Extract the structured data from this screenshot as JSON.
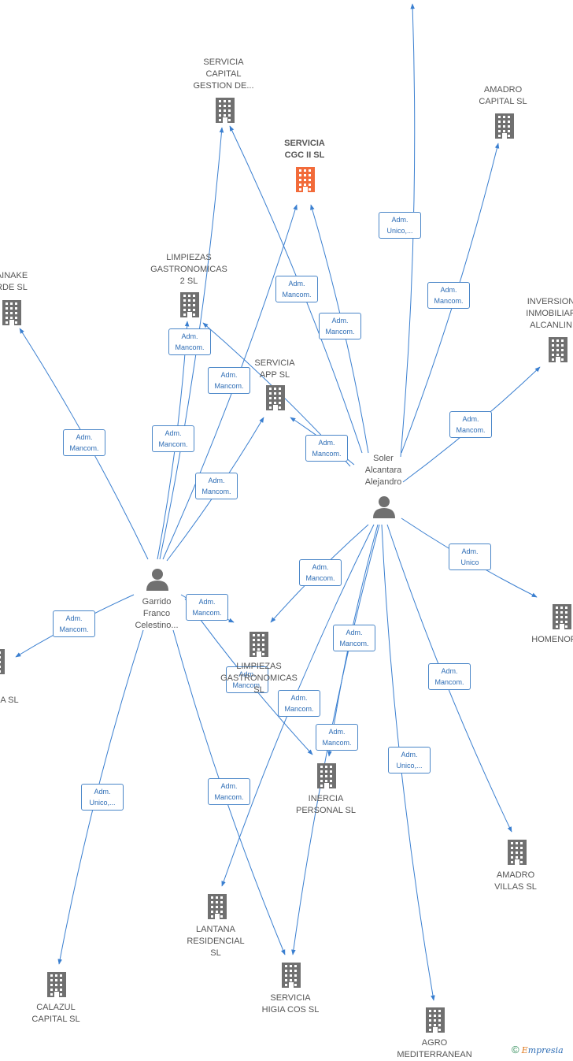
{
  "colors": {
    "edge": "#3a7fd0",
    "building": "#707070",
    "main_building": "#f26b3a",
    "person": "#707070"
  },
  "companies": [
    {
      "id": "servicia_capital",
      "label": "SERVICIA\nCAPITAL\nGESTION DE...",
      "main": false
    },
    {
      "id": "servicia_cgc",
      "label": "SERVICIA\nCGC II  SL",
      "main": true
    },
    {
      "id": "amadro_capital",
      "label": "AMADRO\nCAPITAL  SL",
      "main": false
    },
    {
      "id": "limpiezas2",
      "label": "LIMPIEZAS\nGASTRONOMICAS\n2  SL",
      "main": false
    },
    {
      "id": "ainake",
      "label": "AINAKE\nRDE  SL",
      "main": false
    },
    {
      "id": "inversion",
      "label": "INVERSION\nINMOBILIAR\nALCANLIN",
      "main": false
    },
    {
      "id": "servicia_app",
      "label": "SERVICIA\nAPP  SL",
      "main": false
    },
    {
      "id": "homenor",
      "label": "HOMENOR",
      "main": false
    },
    {
      "id": "limpiezas_mid",
      "label": "LIMPIEZAS\nGASTRONOMICAS\nSL",
      "main": false
    },
    {
      "id": "left_sl",
      "label": "A  SL",
      "main": false
    },
    {
      "id": "inercia",
      "label": "INERCIA\nPERSONAL SL",
      "main": false
    },
    {
      "id": "amadro_villas",
      "label": "AMADRO\nVILLAS  SL",
      "main": false
    },
    {
      "id": "lantana",
      "label": "LANTANA\nRESIDENCIAL\nSL",
      "main": false
    },
    {
      "id": "calazul",
      "label": "CALAZUL\nCAPITAL SL",
      "main": false
    },
    {
      "id": "servicia_higia",
      "label": "SERVICIA\nHIGIA COS  SL",
      "main": false
    },
    {
      "id": "agro",
      "label": "AGRO\nMEDITERRANEAN",
      "main": false
    }
  ],
  "persons": [
    {
      "id": "soler",
      "label": "Soler\nAlcantara\nAlejandro"
    },
    {
      "id": "garrido",
      "label": "Garrido\nFranco\nCelestino..."
    }
  ],
  "edges": [
    {
      "from": "soler",
      "to": "top_offscreen",
      "label": "Adm.\nUnico,..."
    },
    {
      "from": "soler",
      "to": "amadro_capital",
      "label": "Adm.\nMancom."
    },
    {
      "from": "soler",
      "to": "servicia_capital",
      "label": "Adm.\nMancom."
    },
    {
      "from": "soler",
      "to": "servicia_cgc",
      "label": "Adm.\nMancom."
    },
    {
      "from": "soler",
      "to": "inversion",
      "label": "Adm.\nMancom."
    },
    {
      "from": "soler",
      "to": "servicia_app",
      "label": "Adm.\nMancom."
    },
    {
      "from": "soler",
      "to": "limpiezas2",
      "label": "Adm.\nMancom."
    },
    {
      "from": "soler",
      "to": "homenor",
      "label": "Adm.\nUnico"
    },
    {
      "from": "soler",
      "to": "limpiezas_mid",
      "label": "Adm.\nMancom."
    },
    {
      "from": "soler",
      "to": "inercia",
      "label": "Adm.\nMancom."
    },
    {
      "from": "soler",
      "to": "amadro_villas",
      "label": "Adm.\nMancom."
    },
    {
      "from": "soler",
      "to": "agro",
      "label": "Adm.\nUnico,..."
    },
    {
      "from": "soler",
      "to": "lantana",
      "label": "Adm.\nMancom."
    },
    {
      "from": "soler",
      "to": "servicia_higia",
      "label": "Adm.\nMancom."
    },
    {
      "from": "garrido",
      "to": "ainake",
      "label": "Adm.\nMancom."
    },
    {
      "from": "garrido",
      "to": "limpiezas2",
      "label": "Adm.\nMancom."
    },
    {
      "from": "garrido",
      "to": "servicia_capital",
      "label": "Adm.\nMancom."
    },
    {
      "from": "garrido",
      "to": "servicia_cgc",
      "label": "Adm.\nMancom."
    },
    {
      "from": "garrido",
      "to": "servicia_app",
      "label": "Adm.\nMancom."
    },
    {
      "from": "garrido",
      "to": "left_sl",
      "label": "Adm.\nMancom."
    },
    {
      "from": "garrido",
      "to": "limpiezas_mid",
      "label": "Adm.\nMancom."
    },
    {
      "from": "garrido",
      "to": "inercia",
      "label": "Adm.\nMancom."
    },
    {
      "from": "garrido",
      "to": "calazul",
      "label": "Adm.\nUnico,..."
    },
    {
      "from": "garrido",
      "to": "servicia_higia",
      "label": "Adm.\nMancom."
    }
  ],
  "footer": {
    "copyright": "©",
    "brand_initial": "E",
    "brand_rest": "mpresia"
  }
}
